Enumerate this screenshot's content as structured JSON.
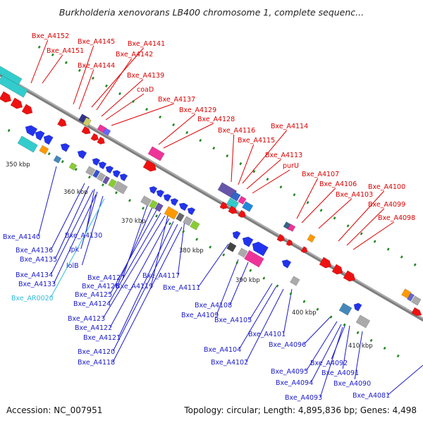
{
  "title": "Burkholderia xenovorans LB400 chromosome 1, complete sequenc...",
  "footer": {
    "accession": "Accession: NC_007951",
    "summary": "Topology: circular; Length: 4,895,836 bp; Genes: 4,498"
  },
  "colors": {
    "forward_label": "#dd0000",
    "reverse_label": "#1a1acc",
    "rna_label": "#33bbdd",
    "backbone": "#7f7f7f",
    "tick": "#228822"
  },
  "kbp_marks": [
    "350 kbp",
    "360 kbp",
    "370 kbp",
    "380 kbp",
    "390 kbp",
    "400 kbp",
    "410 kbp"
  ],
  "forward_labels": [
    "Bxe_A4152",
    "Bxe_A4151",
    "Bxe_A4145",
    "Bxe_A4144",
    "Bxe_A4141",
    "Bxe_A4142",
    "Bxe_A4139",
    "coaD",
    "Bxe_A4137",
    "Bxe_A4129",
    "Bxe_A4128",
    "Bxe_A4116",
    "Bxe_A4114",
    "Bxe_A4115",
    "Bxe_A4113",
    "purU",
    "Bxe_A4107",
    "Bxe_A4106",
    "Bxe_A4103",
    "Bxe_A4100",
    "Bxe_A4099",
    "Bxe_A4098"
  ],
  "reverse_labels": [
    "Bxe_A4140",
    "Bxe_A4130",
    "Bxe_A4136",
    "ipk",
    "Bxe_A4135",
    "lolB",
    "Bxe_A4134",
    "Bxe_A4133",
    "Bxe_AR0020",
    "Bxe_A4127",
    "Bxe_A4117",
    "Bxe_A4126",
    "Bxe_A4119",
    "Bxe_A4111",
    "Bxe_A4125",
    "Bxe_A4124",
    "Bxe_A4108",
    "Bxe_A4109",
    "Bxe_A4123",
    "Bxe_A4122",
    "Bxe_A4121",
    "Bxe_A4105",
    "Bxe_A4101",
    "Bxe_A4104",
    "Bxe_A4096",
    "Bxe_A4120",
    "Bxe_A4118",
    "Bxe_A4102",
    "Bxe_A4092",
    "Bxe_A4095",
    "Bxe_A4091",
    "Bxe_A4094",
    "Bxe_A4090",
    "Bxe_A4093",
    "Bxe_A4081"
  ]
}
